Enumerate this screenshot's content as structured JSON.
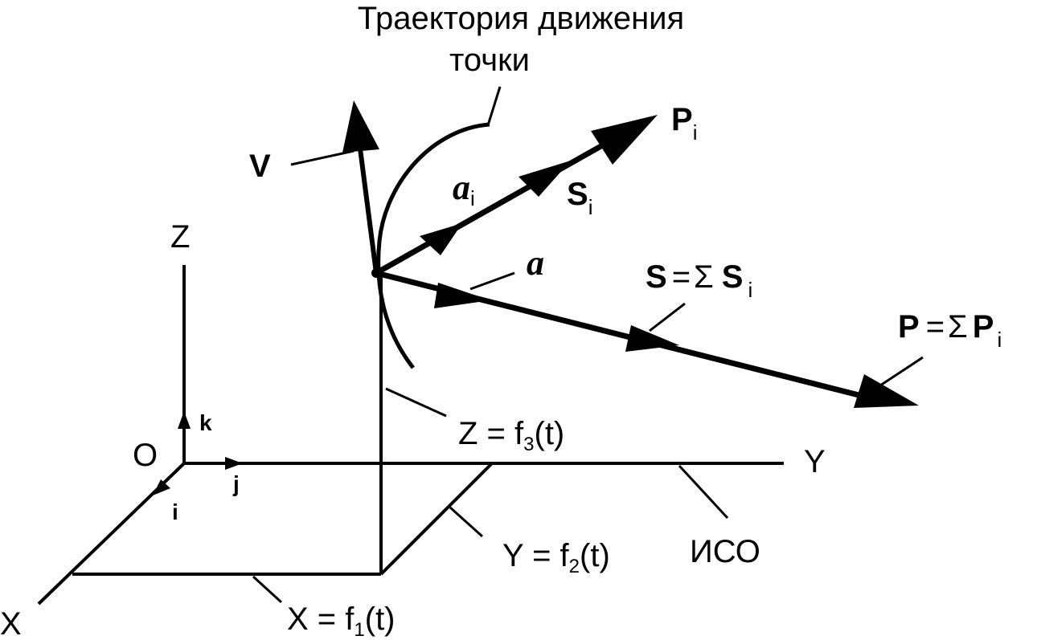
{
  "title": {
    "line1": "Траектория движения",
    "line2": "точки"
  },
  "axes": {
    "origin": "O",
    "x": "X",
    "y": "Y",
    "z": "Z",
    "unit_i": "i",
    "unit_j": "j",
    "unit_k": "k",
    "frame": "ИСО"
  },
  "coords": {
    "x_eq": "X = f",
    "x_sub": "1",
    "y_eq": "Y = f",
    "y_sub": "2",
    "z_eq": "Z = f",
    "z_sub": "3",
    "arg": "(t)"
  },
  "vectors": {
    "velocity": "V",
    "accel_total": "a",
    "accel_i": "a",
    "accel_i_sub": "i",
    "s_i": "S",
    "s_i_sub": "i",
    "p_i": "P",
    "p_i_sub": "i",
    "s_sum_lhs": "S",
    "s_sum_eq": "=",
    "s_sum_sigma": "Σ",
    "s_sum_rhs": "S",
    "s_sum_sub": "i",
    "p_sum_lhs": "P",
    "p_sum_eq": "=",
    "p_sum_sigma": "Σ",
    "p_sum_rhs": "P",
    "p_sum_sub": "i"
  }
}
